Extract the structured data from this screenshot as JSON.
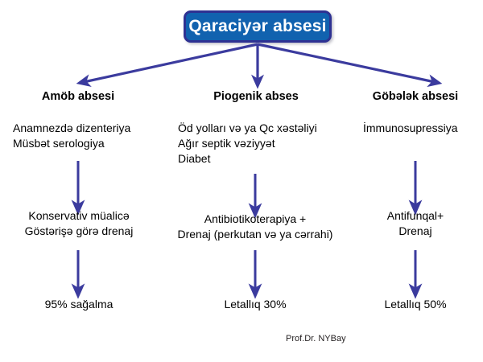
{
  "diagram": {
    "title": "Qaraciyər absesi",
    "colors": {
      "title_fill": "#1162AF",
      "title_border": "#2E3192",
      "title_text": "#FFFFFF",
      "arrow": "#3B3B9E",
      "body_text": "#000000"
    },
    "branches": [
      {
        "id": "amoebic",
        "header": "Amöb absesi",
        "features": [
          "Anamnezdə dizenteriya",
          "Müsbət serologiya"
        ],
        "treatment": [
          "Konservativ müalicə",
          "Göstərişə görə drenaj"
        ],
        "outcome": [
          "95% sağalma"
        ]
      },
      {
        "id": "pyogenic",
        "header": "Piogenik abses",
        "features": [
          "Öd yolları və ya Qc xəstəliyi",
          "Ağır septik vəziyyət",
          "Diabet"
        ],
        "treatment": [
          "Antibiotikoterapiya +",
          "Drenaj (perkutan və ya cərrahi)"
        ],
        "outcome": [
          "Letallıq 30%"
        ]
      },
      {
        "id": "fungal",
        "header": "Göbələk absesi",
        "features": [
          "İmmunosupressiya"
        ],
        "treatment": [
          "Antifunqal+",
          "Drenaj"
        ],
        "outcome": [
          "Letallıq 50%"
        ]
      }
    ],
    "credit": "Prof.Dr. NYBay"
  }
}
